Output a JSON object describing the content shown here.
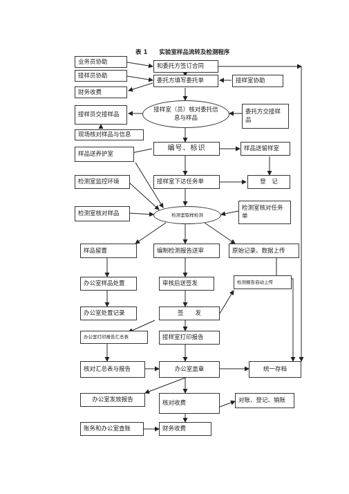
{
  "title": {
    "number": "表 1",
    "text": "实验室样品流转及检测程序"
  },
  "nodes": {
    "ywy_xz": "业务员协助",
    "jyy_xz": "接样员协助",
    "cw_sf": "财务收费",
    "wt_qd": "和委托方签订合同",
    "wt_tx": "委托方填写委托单",
    "jys_xz": "接样室协助",
    "jyy_jj": "接样员交接样品",
    "hd_xx": "接样室（员）核对委托信息与样品",
    "wt_jj": "委托方交接样品",
    "xc_hd": "现场核对样品与信息",
    "yp_ss": "样品送养护室",
    "bh_bs": "编号、标识",
    "yp_lc": "样品送留样室",
    "jc_hj": "检测室监控环境",
    "jys_xd": "接样室下达任务单",
    "dj": "登　记",
    "jc_hdyp": "检测室核对样品",
    "jc_qy": "检测室取样检测",
    "jc_hdrw": "检测室核对任务单",
    "yp_lz": "样品留置",
    "bz_bg": "编制检测报告送审",
    "ys_jl": "原始记录、数据上传",
    "bgs_cz": "办公室样品处置",
    "sh_qf": "审核后送签发",
    "bg_zd": "检测报告自动上传",
    "bgs_jl": "办公室处置记录",
    "qf": "签　　发",
    "bgs_hz": "办公室打印报告汇总表",
    "jys_dy": "接样室打印报告",
    "hd_hz": "核对汇总表与报告",
    "bgs_gz": "办公室盖章",
    "ty_cd": "统一存档",
    "bgs_ff": "办公室发放报告",
    "hd_sf": "核对收费",
    "dz": "对账、登记、销账",
    "cw_bgs": "账务和办公室查账",
    "cw_sf2": "财务收费"
  }
}
